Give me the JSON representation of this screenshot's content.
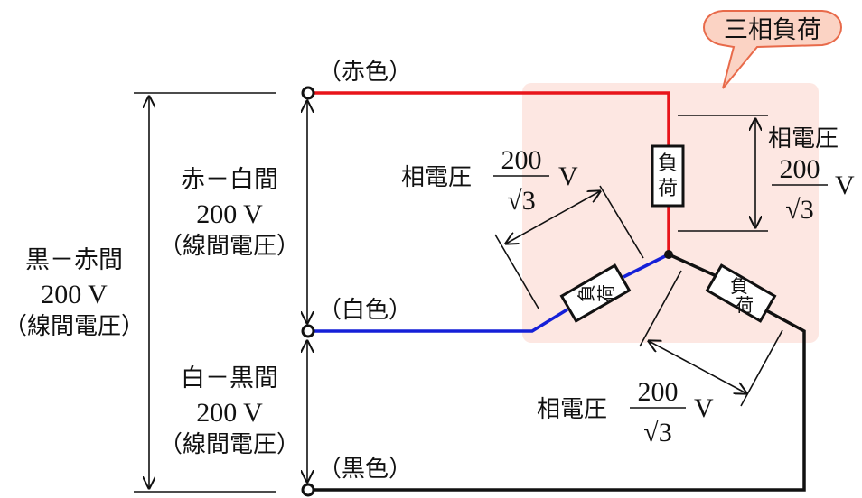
{
  "callout": {
    "text": "三相負荷",
    "fill": "#fbd3c4",
    "stroke": "#e86a4a"
  },
  "terminals": {
    "red": "（赤色）",
    "white": "（白色）",
    "black": "（黒色）"
  },
  "line_voltages": {
    "red_white": {
      "pair": "赤－白間",
      "value": "200 V",
      "note": "（線間電圧）"
    },
    "white_black": {
      "pair": "白－黒間",
      "value": "200 V",
      "note": "（線間電圧）"
    },
    "black_red": {
      "pair": "黒－赤間",
      "value": "200 V",
      "note": "（線間電圧）"
    }
  },
  "phase_voltage": {
    "label": "相電圧",
    "numerator": "200",
    "denominator": "√3",
    "unit": "V"
  },
  "load_label": [
    "負",
    "荷"
  ],
  "colors": {
    "red_wire": "#e8141a",
    "blue_wire": "#1520d8",
    "black_wire": "#111111",
    "load_area": "#fde7e2"
  }
}
